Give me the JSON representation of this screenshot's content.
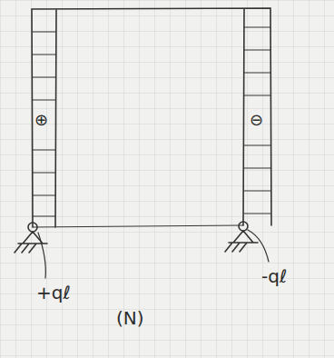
{
  "diagram": {
    "labels": [
      "⊕",
      "⊖",
      "+qℓ",
      "-qℓ",
      "(N)"
    ]
  }
}
